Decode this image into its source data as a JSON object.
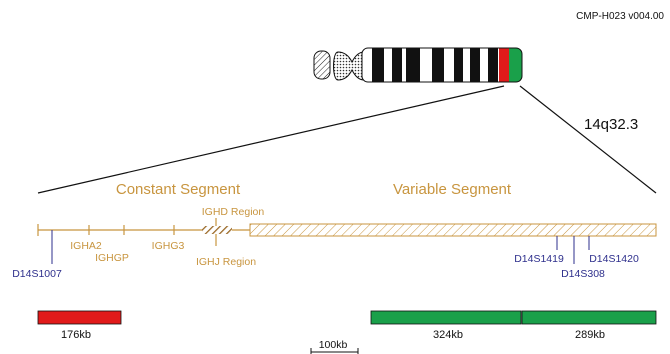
{
  "header": {
    "product_code": "CMP-H023 v004.00"
  },
  "chromosome": {
    "band": "14q32.3"
  },
  "segments": {
    "constant": "Constant Segment",
    "variable": "Variable Segment"
  },
  "genes": {
    "ighd_region": "IGHD Region",
    "igha2": "IGHA2",
    "ighgp": "IGHGP",
    "ighg3": "IGHG3",
    "ighj_region": "IGHJ Region"
  },
  "markers": {
    "d14s1007": "D14S1007",
    "d14s1419": "D14S1419",
    "d14s1420": "D14S1420",
    "d14s308": "D14S308"
  },
  "probes": [
    {
      "label": "176kb",
      "color": "#e11a1a"
    },
    {
      "label": "324kb",
      "color": "#1aa04a"
    },
    {
      "label": "289kb",
      "color": "#1aa04a"
    }
  ],
  "scale": {
    "label": "100kb"
  },
  "colors": {
    "gene": "#c8953f",
    "marker": "#2e2f8c",
    "probe_red": "#e11a1a",
    "probe_green": "#1aa04a"
  }
}
